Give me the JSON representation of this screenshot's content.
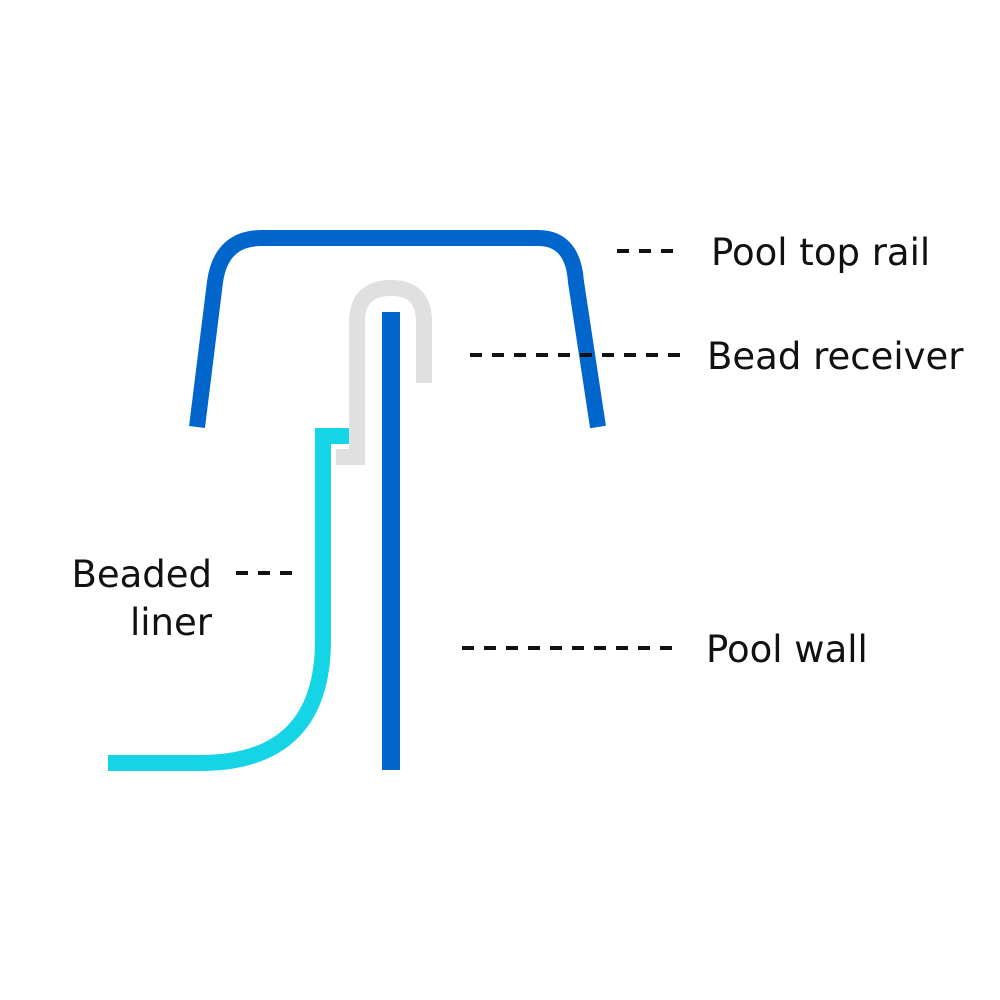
{
  "labels": {
    "top_rail": "Pool top rail",
    "bead_receiver": "Bead receiver",
    "beaded_liner_line1": "Beaded",
    "beaded_liner_line2": "liner",
    "pool_wall": "Pool wall"
  },
  "colors": {
    "top_rail": "#0066cc",
    "pool_wall": "#0066cc",
    "bead_receiver": "#e0e0e0",
    "beaded_liner": "#14d4e6",
    "leader_line": "#111111",
    "text": "#111111",
    "background": "#ffffff"
  }
}
